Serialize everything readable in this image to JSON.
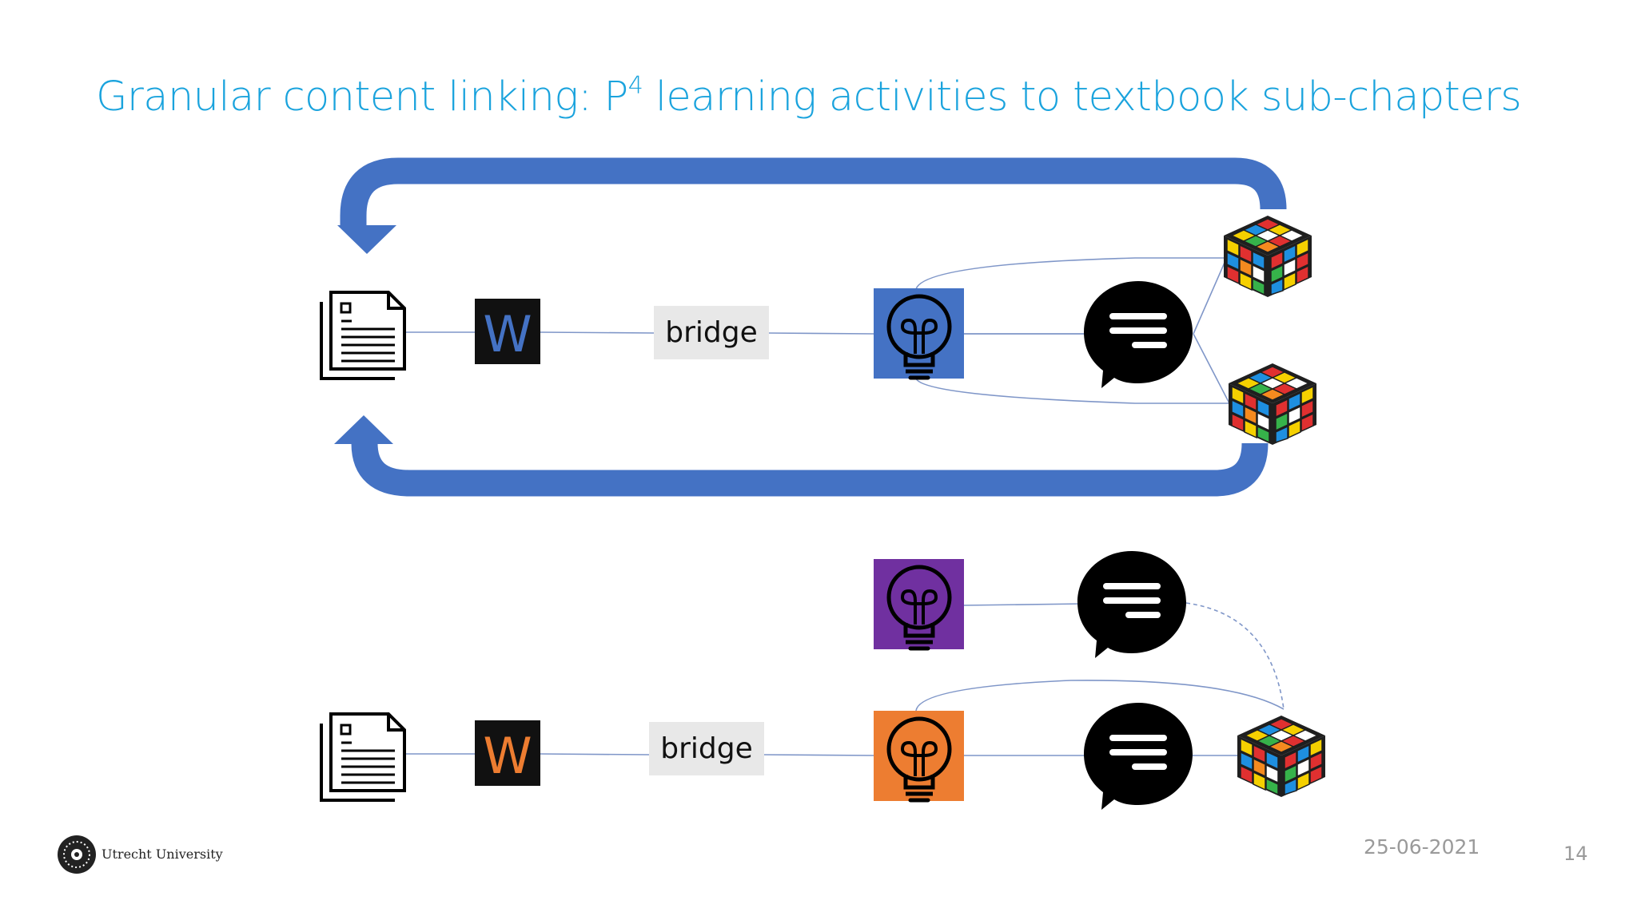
{
  "slide": {
    "title_main": "Granular content linking: P",
    "title_sup": "4",
    "title_rest": " learning activities to textbook sub-chapters",
    "bridge_label_top": "bridge",
    "bridge_label_bottom": "bridge",
    "word_letter": "W",
    "date": "25-06-2021",
    "page_number": "14",
    "university": "Utrecht University"
  },
  "colors": {
    "title": "#1aa3dd",
    "arrow": "#4472c4",
    "word_blue": "#4472c4",
    "word_orange": "#ed7d31",
    "bulb_blue": "#4472c4",
    "bulb_purple": "#7030a0",
    "bulb_orange": "#ed7d31",
    "connector": "#7f96c8"
  },
  "icons": [
    "document-icon",
    "word-icon",
    "lightbulb-icon",
    "chat-bubble-icon",
    "rubiks-cube-icon",
    "circular-arrow",
    "university-seal-icon"
  ]
}
